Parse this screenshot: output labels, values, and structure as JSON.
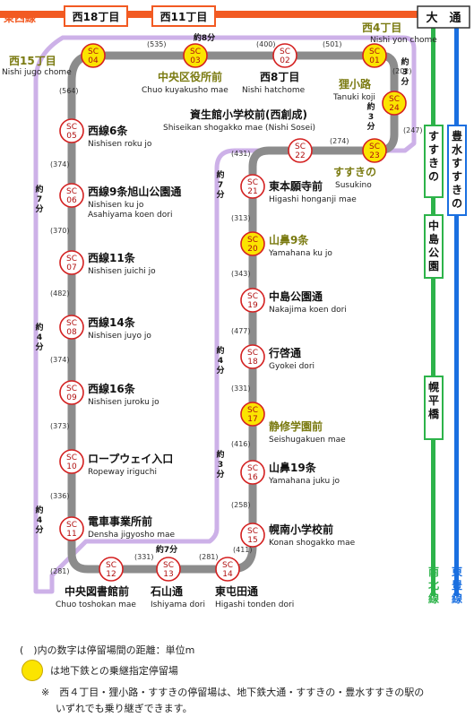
{
  "colors": {
    "route": "#8c8c8c",
    "loop": "#cdb1e8",
    "tozai": "#f25a22",
    "namboku": "#2db34a",
    "toho": "#1a6fe0",
    "stop_red": "#d42020",
    "stop_yellow": "#fbe400",
    "name_green": "#7a7a10"
  },
  "lines": {
    "tozai_label": "東西線",
    "namboku_label": "南北線",
    "toho_label": "東豊線"
  },
  "subway_stations": {
    "nishi18": "西18丁目",
    "nishi11": "西11丁目",
    "odori": "大　通",
    "susukino": "すすきの",
    "nakajima": "中島公園",
    "horohira": "幌平橋",
    "hosui": "豊水すすきの"
  },
  "stops": [
    {
      "code": "SC\n01",
      "name": "西4丁目",
      "reading": "Nishi yon chome",
      "transfer": true
    },
    {
      "code": "SC\n02",
      "name": "西8丁目",
      "reading": "Nishi hatchome",
      "transfer": false
    },
    {
      "code": "SC\n03",
      "name": "中央区役所前",
      "reading": "Chuo kuyakusho mae",
      "transfer": true
    },
    {
      "code": "SC\n04",
      "name": "西15丁目",
      "reading": "Nishi jugo chome",
      "transfer": true
    },
    {
      "code": "SC\n05",
      "name": "西線6条",
      "reading": "Nishisen roku jo",
      "transfer": false
    },
    {
      "code": "SC\n06",
      "name": "西線9条旭山公園通",
      "reading": "Nishisen ku jo\nAsahiyama koen dori",
      "transfer": false
    },
    {
      "code": "SC\n07",
      "name": "西線11条",
      "reading": "Nishisen juichi jo",
      "transfer": false
    },
    {
      "code": "SC\n08",
      "name": "西線14条",
      "reading": "Nishisen juyo jo",
      "transfer": false
    },
    {
      "code": "SC\n09",
      "name": "西線16条",
      "reading": "Nishisen juroku jo",
      "transfer": false
    },
    {
      "code": "SC\n10",
      "name": "ロープウェイ入口",
      "reading": "Ropeway iriguchi",
      "transfer": false
    },
    {
      "code": "SC\n11",
      "name": "電車事業所前",
      "reading": "Densha jigyosho mae",
      "transfer": false
    },
    {
      "code": "SC\n12",
      "name": "中央図書館前",
      "reading": "Chuo toshokan mae",
      "transfer": false
    },
    {
      "code": "SC\n13",
      "name": "石山通",
      "reading": "Ishiyama dori",
      "transfer": false
    },
    {
      "code": "SC\n14",
      "name": "東屯田通",
      "reading": "Higashi tonden dori",
      "transfer": false
    },
    {
      "code": "SC\n15",
      "name": "幌南小学校前",
      "reading": "Konan shogakko mae",
      "transfer": false
    },
    {
      "code": "SC\n16",
      "name": "山鼻19条",
      "reading": "Yamahana juku jo",
      "transfer": false
    },
    {
      "code": "SC\n17",
      "name": "静修学園前",
      "reading": "Seishugakuen mae",
      "transfer": true
    },
    {
      "code": "SC\n18",
      "name": "行啓通",
      "reading": "Gyokei dori",
      "transfer": false
    },
    {
      "code": "SC\n19",
      "name": "中島公園通",
      "reading": "Nakajima koen dori",
      "transfer": false
    },
    {
      "code": "SC\n20",
      "name": "山鼻9条",
      "reading": "Yamahana ku jo",
      "transfer": true
    },
    {
      "code": "SC\n21",
      "name": "東本願寺前",
      "reading": "Higashi honganji mae",
      "transfer": false
    },
    {
      "code": "SC\n22",
      "name": "資生館小学校前(西創成)",
      "reading": "Shiseikan shogakko mae (Nishi Sosei)",
      "transfer": false
    },
    {
      "code": "SC\n23",
      "name": "すすきの",
      "reading": "Susukino",
      "transfer": true
    },
    {
      "code": "SC\n24",
      "name": "狸小路",
      "reading": "Tanuki koji",
      "transfer": true
    }
  ],
  "distances": [
    "(535)",
    "(400)",
    "(501)",
    "(202)",
    "(247)",
    "(274)",
    "(431)",
    "(313)",
    "(343)",
    "(477)",
    "(331)",
    "(416)",
    "(258)",
    "(411)",
    "(281)",
    "(331)",
    "(281)",
    "(336)",
    "(373)",
    "(374)",
    "(482)",
    "(370)",
    "(374)",
    "(564)"
  ],
  "times": {
    "t8": "約8分",
    "t3a": "約\n3\n分",
    "t3b": "約\n3\n分",
    "t7a": "約\n7\n分",
    "t7b": "約\n7\n分",
    "t4a": "約\n4\n分",
    "t4b": "約\n4\n分",
    "t4c": "約\n4\n分",
    "t3c": "約\n3\n分",
    "t7c": "約7分"
  },
  "legend": {
    "distance_note": "(　)内の数字は停留場間の距離：単位m",
    "transfer_note": "は地下鉄との乗継指定停留場",
    "footnote_1": "※　西４丁目・狸小路・すすきの停留場は、地下鉄大通・すすきの・豊水すすきの駅の",
    "footnote_2": "いずれでも乗り継ぎできます。"
  }
}
